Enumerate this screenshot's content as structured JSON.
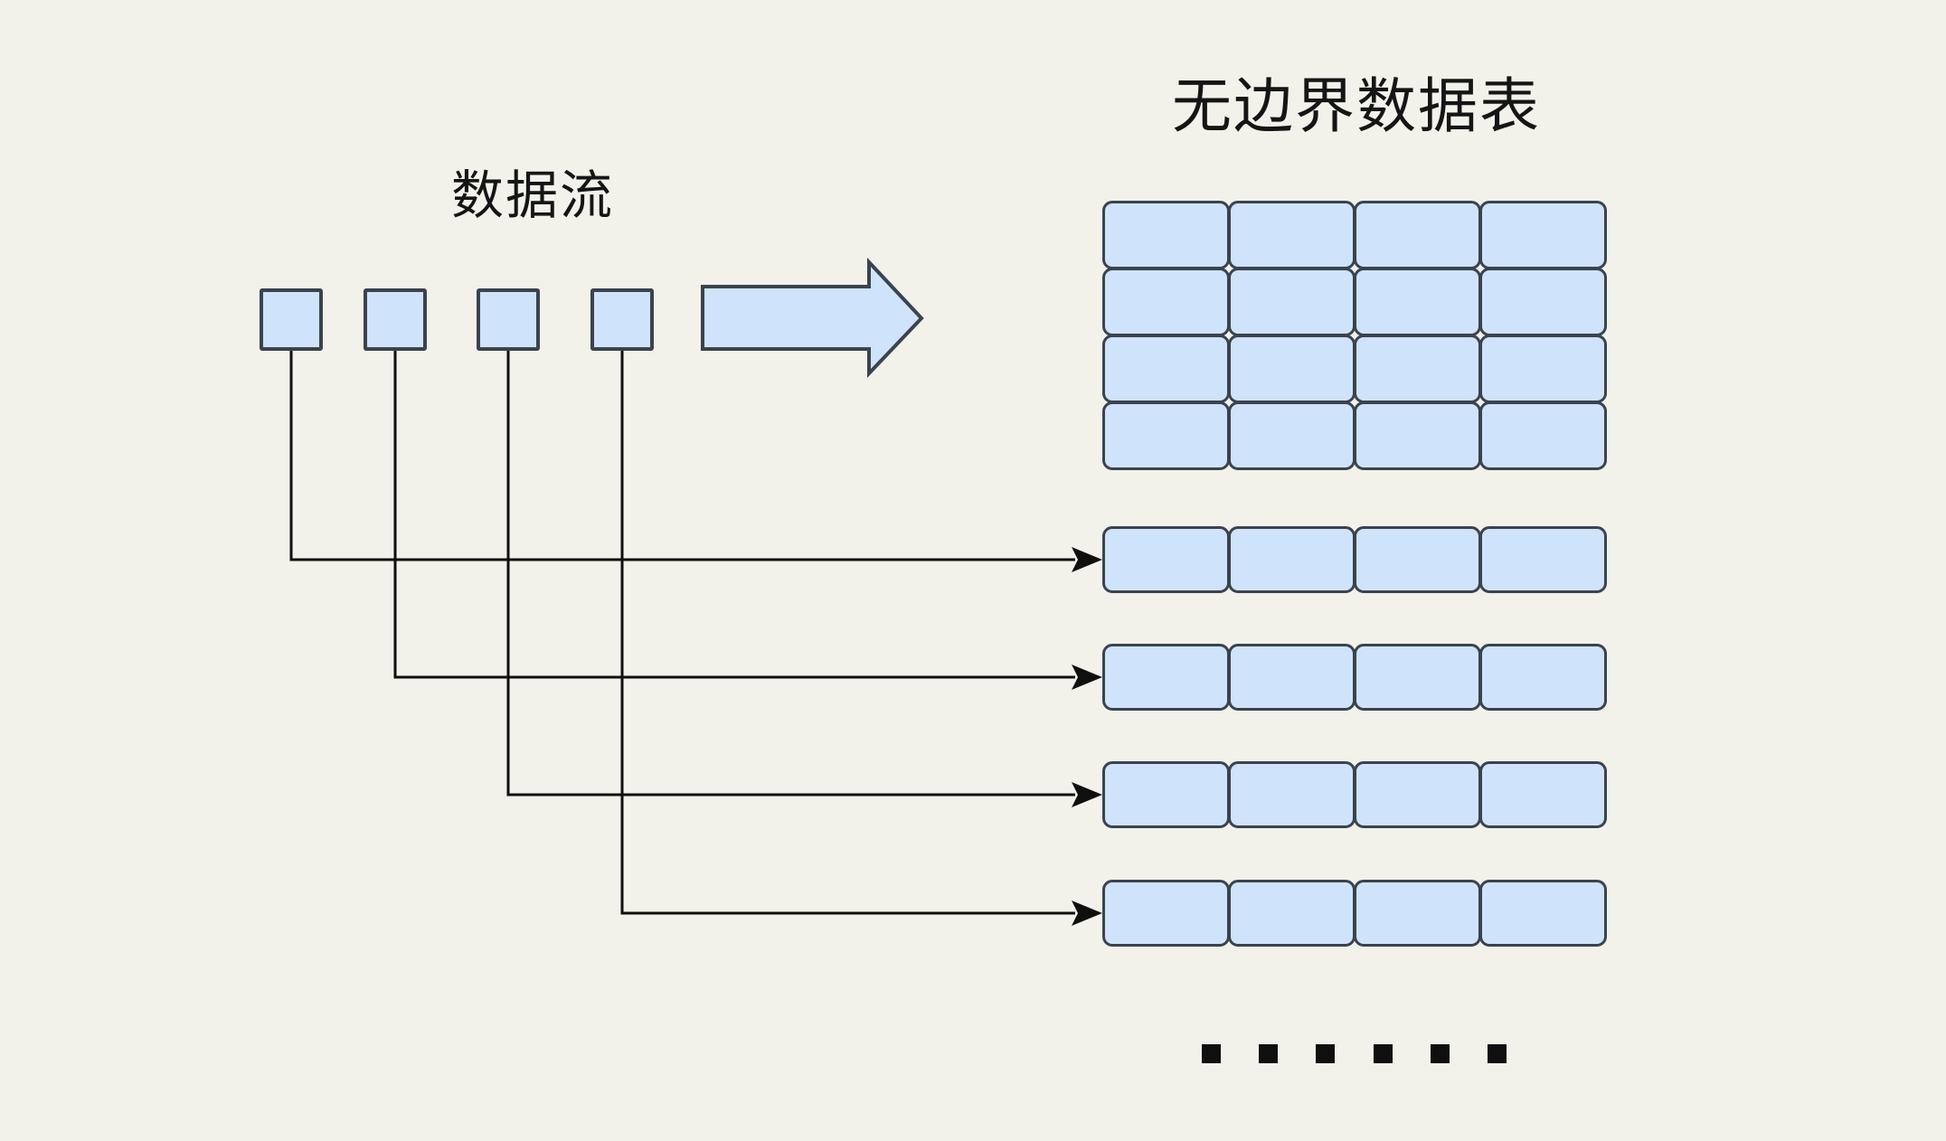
{
  "diagram": {
    "title": "无边界数据表",
    "stream": {
      "label": "数据流",
      "item_count": 4
    },
    "table": {
      "rows": 4,
      "cols": 4
    },
    "appended_rows": {
      "count": 4,
      "cells_per_row": 4
    },
    "ellipsis": {
      "dot_count": 6
    },
    "colors": {
      "background": "#f2f1ea",
      "cell_fill": "#cfe3fa",
      "cell_border": "#3a434e",
      "connector_line": "#0f0f0f",
      "text": "#151515"
    }
  }
}
